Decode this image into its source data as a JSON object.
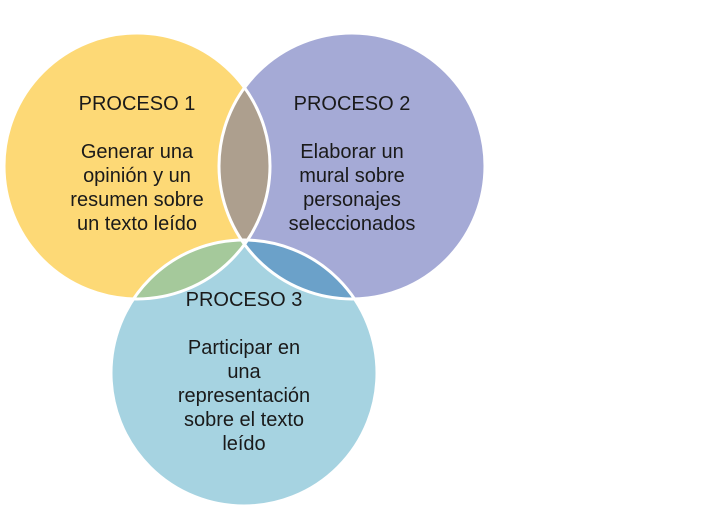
{
  "diagram": {
    "type": "venn",
    "colors": {
      "circle_1": "#fdd976",
      "circle_2": "#a5aad6",
      "circle_3": "#a6d3e1",
      "overlap_1_2": "#ad9f8e",
      "overlap_1_3": "#a5c99b",
      "overlap_2_3": "#6ba1c9",
      "outline": "#ffffff"
    },
    "circles": [
      {
        "title": "PROCESO 1",
        "description": "Generar una\nopinión y un\nresumen sobre\nun texto leído"
      },
      {
        "title": "PROCESO 2",
        "description": "Elaborar un\nmural sobre\npersonajes\nseleccionados"
      },
      {
        "title": "PROCESO 3",
        "description": "Participar en\nuna\nrepresentación\nsobre el texto\nleído"
      }
    ]
  }
}
